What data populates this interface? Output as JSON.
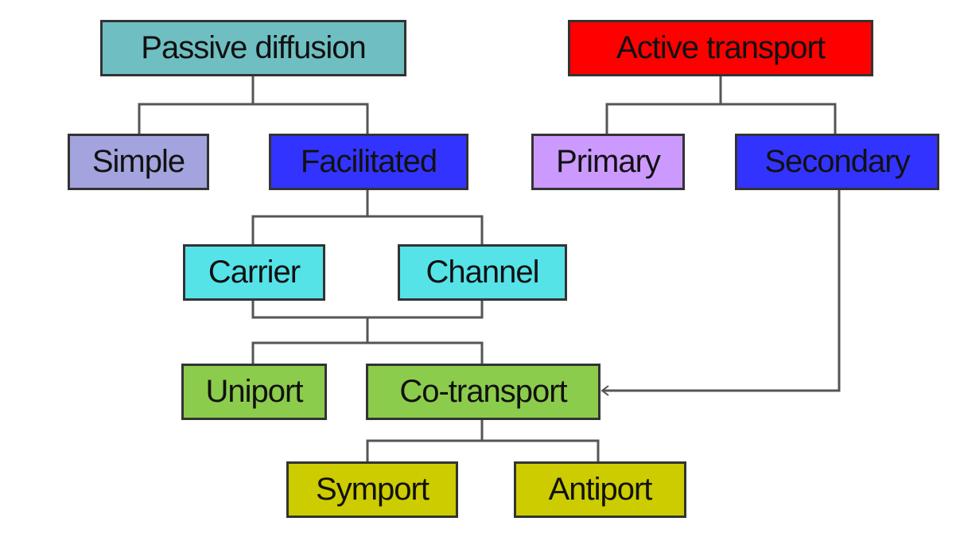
{
  "nodes": {
    "passive": {
      "label": "Passive diffusion",
      "color": "#6fbfc2"
    },
    "active": {
      "label": "Active transport",
      "color": "#ff0000"
    },
    "simple": {
      "label": "Simple",
      "color": "#a3a3dd"
    },
    "facilitated": {
      "label": "Facilitated",
      "color": "#3333ff"
    },
    "primary": {
      "label": "Primary",
      "color": "#cc99ff"
    },
    "secondary": {
      "label": "Secondary",
      "color": "#3333ff"
    },
    "carrier": {
      "label": "Carrier",
      "color": "#55e3e8"
    },
    "channel": {
      "label": "Channel",
      "color": "#55e3e8"
    },
    "uniport": {
      "label": "Uniport",
      "color": "#8ccc4c"
    },
    "cotransport": {
      "label": "Co-transport",
      "color": "#8ccc4c"
    },
    "symport": {
      "label": "Symport",
      "color": "#cccc00"
    },
    "antiport": {
      "label": "Antiport",
      "color": "#cccc00"
    }
  }
}
